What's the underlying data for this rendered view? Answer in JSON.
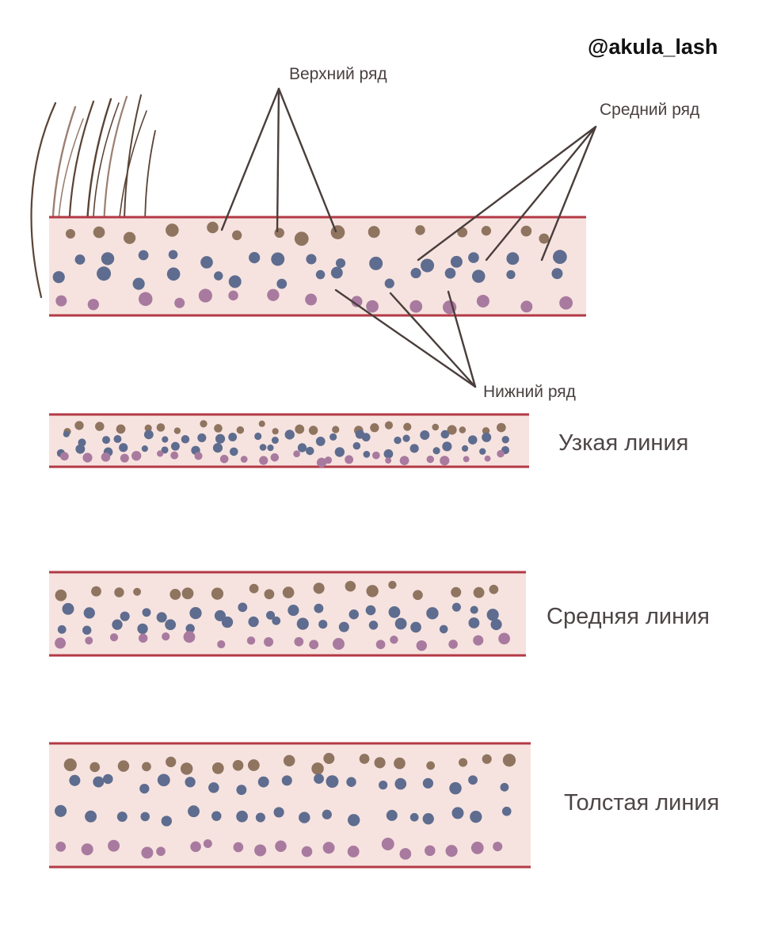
{
  "brand": "@akula_lash",
  "callouts": {
    "upper_row": "Верхний ряд",
    "middle_row": "Средний ряд",
    "lower_row": "Нижний ряд"
  },
  "band_labels": {
    "narrow": "Узкая линия",
    "medium": "Средняя линия",
    "thick": "Толстая линия"
  },
  "colors": {
    "band_fill": "#f6e3df",
    "band_border": "#b33a45",
    "dot_upper": "#8f7460",
    "dot_middle": "#5e6c8f",
    "dot_lower": "#a97a9f",
    "pointer_line": "#4a3e3c",
    "lash_hair": "#5a4336",
    "lash_hair_light": "#9b7f72"
  }
}
